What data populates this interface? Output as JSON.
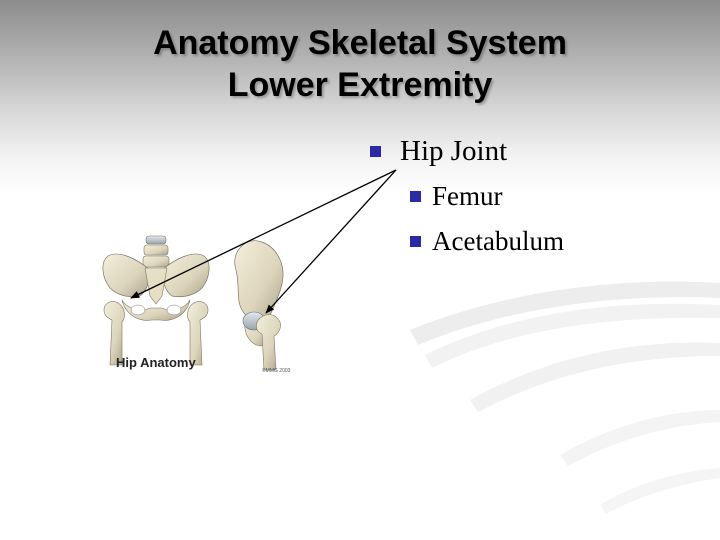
{
  "slide": {
    "title_line1": "Anatomy Skeletal System",
    "title_line2": "Lower Extremity",
    "bullets": {
      "main": "Hip Joint",
      "sub": [
        "Femur",
        "Acetabulum"
      ]
    },
    "bullet_color": "#2a2aa8",
    "image": {
      "caption": "Hip Anatomy",
      "copyright": "©MMG 2003"
    }
  }
}
